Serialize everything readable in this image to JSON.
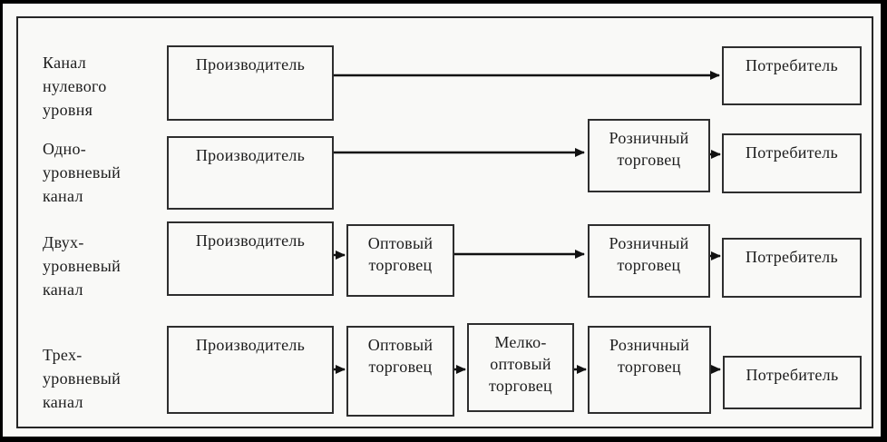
{
  "rows": [
    {
      "label": [
        "Канал",
        "нулевого",
        "уровня"
      ],
      "nodes": [
        {
          "lines": [
            "Производитель"
          ]
        },
        {
          "lines": [
            "Потребитель"
          ]
        }
      ]
    },
    {
      "label": [
        "Одно-",
        "уровневый",
        "канал"
      ],
      "nodes": [
        {
          "lines": [
            "Производитель"
          ]
        },
        {
          "lines": [
            "Розничный",
            "торговец"
          ]
        },
        {
          "lines": [
            "Потребитель"
          ]
        }
      ]
    },
    {
      "label": [
        "Двух-",
        "уровневый",
        "канал"
      ],
      "nodes": [
        {
          "lines": [
            "Производитель"
          ]
        },
        {
          "lines": [
            "Оптовый",
            "торговец"
          ]
        },
        {
          "lines": [
            "Розничный",
            "торговец"
          ]
        },
        {
          "lines": [
            "Потребитель"
          ]
        }
      ]
    },
    {
      "label": [
        "Трех-",
        "уровневый",
        "канал"
      ],
      "nodes": [
        {
          "lines": [
            "Производитель"
          ]
        },
        {
          "lines": [
            "Оптовый",
            "торговец"
          ]
        },
        {
          "lines": [
            "Мелко-",
            "оптовый",
            "торговец"
          ]
        },
        {
          "lines": [
            "Розничный",
            "торговец"
          ]
        },
        {
          "lines": [
            "Потребитель"
          ]
        }
      ]
    }
  ],
  "colors": {
    "background": "#f9f9f7",
    "box_border": "#2e2e2e",
    "text": "#1c1c1c",
    "arrow": "#111111"
  }
}
